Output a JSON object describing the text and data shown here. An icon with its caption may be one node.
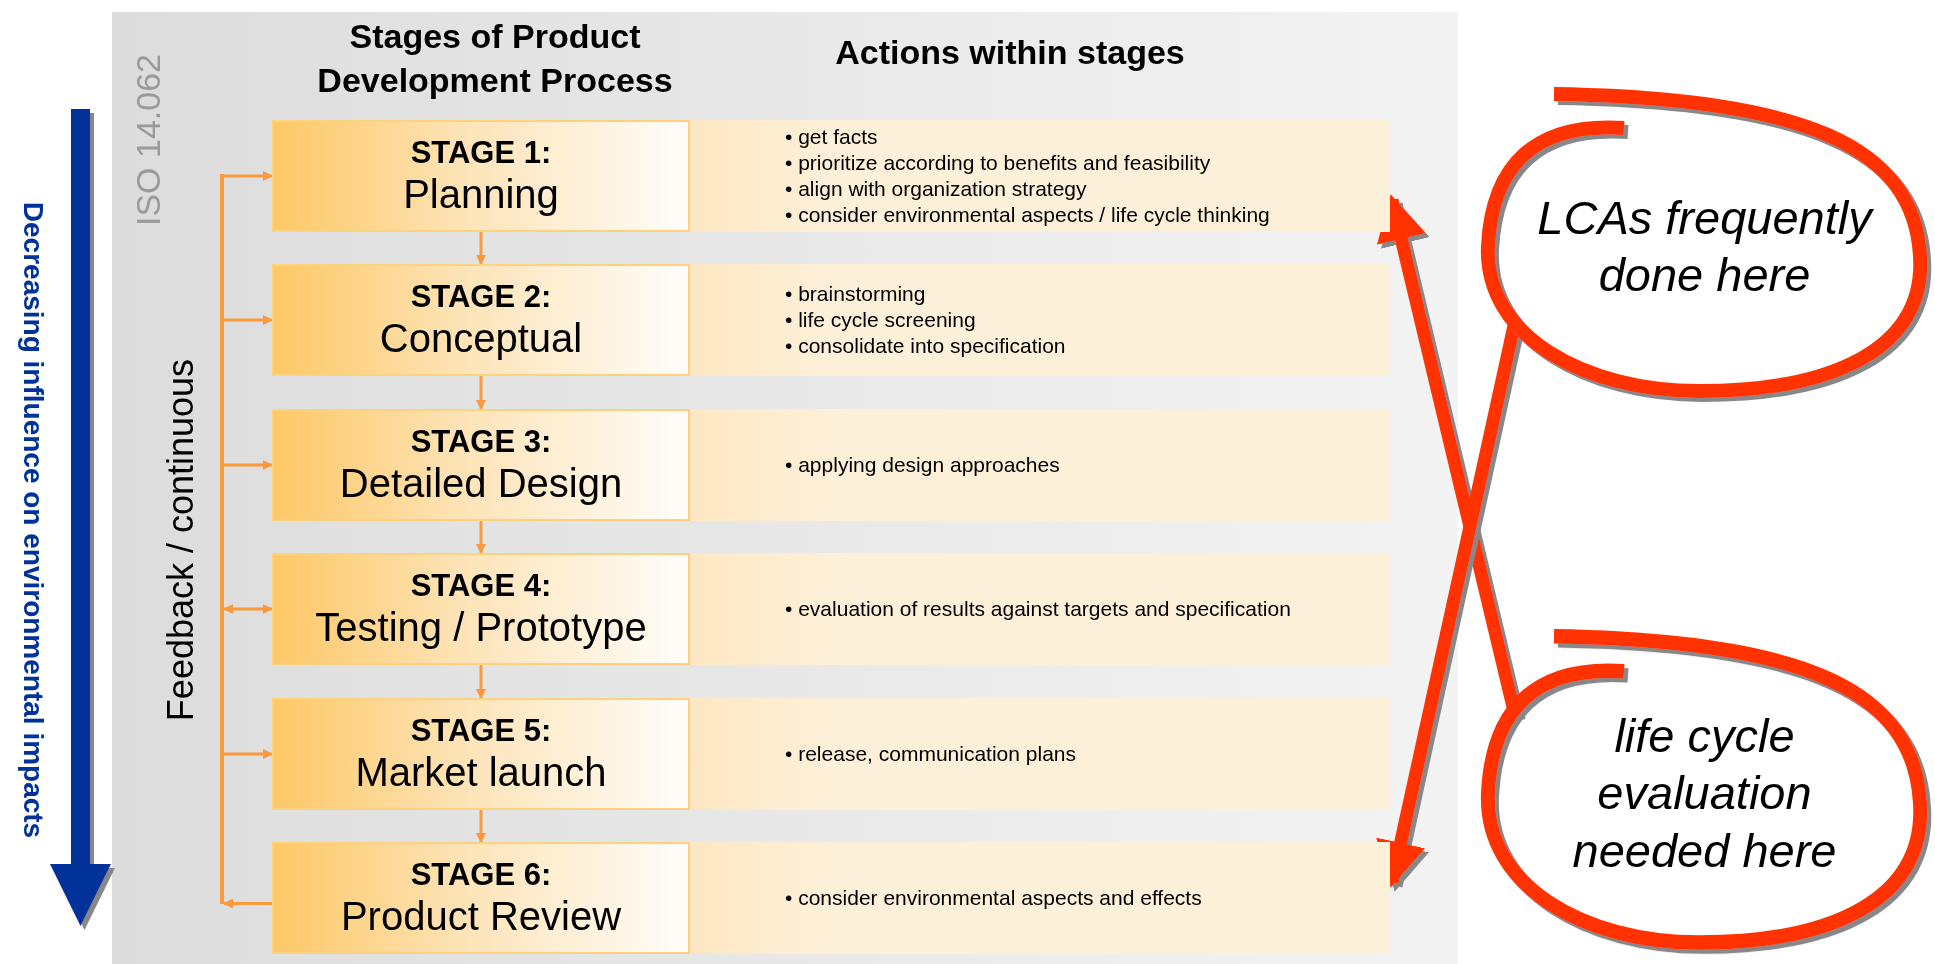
{
  "diagram": {
    "nodes": [
      {
        "text": [
          "STAGE 1:",
          "Planning"
        ]
      },
      {
        "text": [
          "STAGE 2:",
          "Conceptual"
        ]
      },
      {
        "text": [
          "STAGE 3:",
          "Detailed Design"
        ]
      },
      {
        "text": [
          "STAGE 4:",
          "Testing / Prototype"
        ]
      },
      {
        "text": [
          "STAGE 5:",
          "Market launch"
        ]
      },
      {
        "text": [
          "STAGE 6:",
          "Product Review"
        ]
      },
      {
        "text": [
          "• get facts",
          "• prioritize according to benefits and feasibility",
          "• align with organization strategy",
          "• consider environmental aspects / life cycle thinking"
        ]
      },
      {
        "text": [
          "• brainstorming",
          "• life cycle screening",
          "• consolidate into specification"
        ]
      },
      {
        "text": [
          "• applying design approaches"
        ]
      },
      {
        "text": [
          "• evaluation of results against targets and specification"
        ]
      },
      {
        "text": [
          "• release, communication plans"
        ]
      },
      {
        "text": [
          "• consider environmental aspects and effects"
        ]
      },
      {
        "text": [
          "LCAs frequently done here"
        ]
      },
      {
        "text": [
          "life cycle evaluation needed here"
        ]
      },
      {
        "text": [],
        "shape": "bar"
      }
    ],
    "edges": [
      {
        "from": 0,
        "to": 1,
        "arrow": "to"
      },
      {
        "from": 1,
        "to": 2,
        "arrow": "to"
      },
      {
        "from": 2,
        "to": 3,
        "arrow": "to"
      },
      {
        "from": 3,
        "to": 4,
        "arrow": "to"
      },
      {
        "from": 4,
        "to": 5,
        "arrow": "to"
      },
      {
        "from": 14,
        "to": 0,
        "arrow": "to"
      },
      {
        "from": 14,
        "to": 1,
        "arrow": "to"
      },
      {
        "from": 14,
        "to": 2,
        "arrow": "to"
      },
      {
        "from": 14,
        "to": 3,
        "arrow": "both"
      },
      {
        "from": 14,
        "to": 4,
        "arrow": "to"
      },
      {
        "from": 5,
        "to": 14,
        "arrow": "to"
      },
      {
        "from": 13,
        "to": 6,
        "arrow": "to",
        "style": "thick",
        "color": "#ff3300"
      },
      {
        "from": 12,
        "to": 11,
        "arrow": "to",
        "style": "thick",
        "color": "#ff3300"
      }
    ],
    "labels": [
      "Decreasing influence on environmental impacts",
      "ISO 14.062",
      "Stages of Product Development Process",
      "Actions within stages",
      "Feedback / continuous"
    ]
  }
}
